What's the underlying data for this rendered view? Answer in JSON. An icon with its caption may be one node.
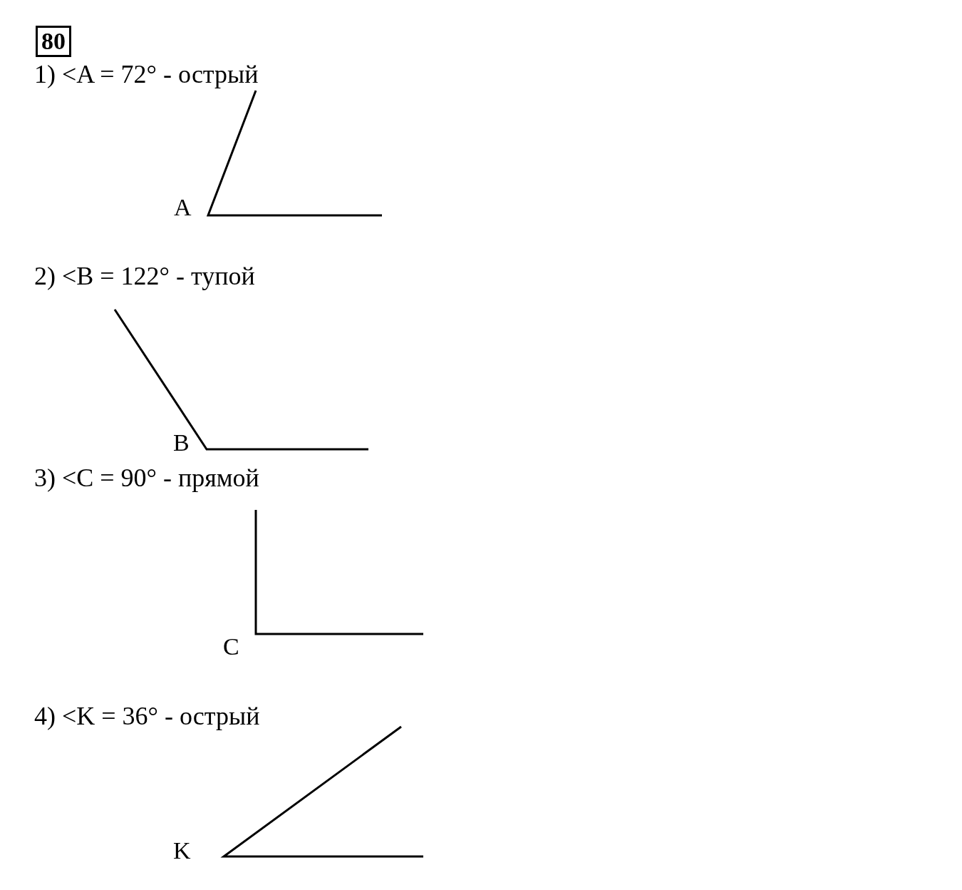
{
  "diagram": {
    "labels": [
      "80",
      "1) <A = 72° - острый",
      "A",
      "2) <B = 122° - тупой",
      "B",
      "3) <C = 90° - прямой",
      "C",
      "4) <K = 36° - острый",
      "K"
    ]
  }
}
